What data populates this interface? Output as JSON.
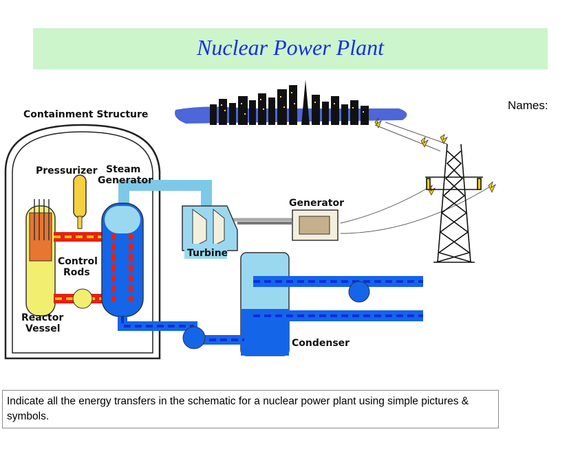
{
  "title": "Nuclear Power Plant",
  "names_label": "Names:",
  "diagram": {
    "labels": {
      "containment": "Containment Structure",
      "pressurizer": "Pressurizer",
      "steam_gen_1": "Steam",
      "steam_gen_2": "Generator",
      "generator": "Generator",
      "turbine": "Turbine",
      "control_1": "Control",
      "control_2": "Rods",
      "reactor_1": "Reactor",
      "reactor_2": "Vessel",
      "condenser": "Condenser"
    },
    "colors": {
      "hot_loop": "#e82010",
      "hot_core": "#f5c000",
      "steam": "#9ad8f0",
      "cold_water": "#1565e8",
      "dash": "#0a2ee0",
      "reactor_shell": "#f2ee70"
    }
  },
  "instructions": "Indicate all the energy transfers in the schematic for a nuclear power plant using simple pictures & symbols."
}
